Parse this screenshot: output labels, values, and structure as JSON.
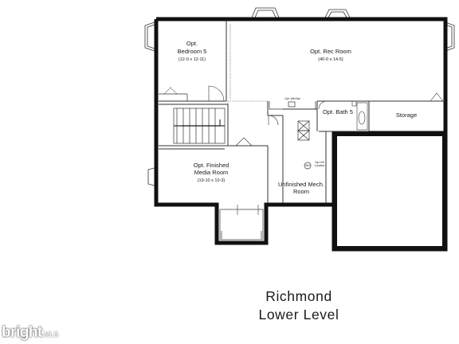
{
  "plan": {
    "title": "Richmond",
    "subtitle": "Lower Level",
    "rooms": {
      "bedroom5": {
        "name_line1": "Opt.",
        "name_line2": "Bedroom 5",
        "dims": "(12-0 x 12-11)"
      },
      "rec_room": {
        "name": "Opt. Rec Room",
        "dims": "(40-0 x 14-5)"
      },
      "bath5": {
        "name": "Opt. Bath 5"
      },
      "storage": {
        "name": "Storage"
      },
      "media_room": {
        "name_line1": "Opt. Finished",
        "name_line2": "Media Room",
        "dims": "(19-10 x 10-3)"
      },
      "mech_room": {
        "name_line1": "Unfinished Mech.",
        "name_line2": "Room"
      }
    },
    "annotations": {
      "wet_bar": "Opt. Wet Bar",
      "water_heater": "WH",
      "top_hvac_line1": "Top HVI",
      "top_hvac_line2": "Location"
    }
  },
  "watermark": {
    "brand": "bright",
    "suffix": "MLS"
  },
  "colors": {
    "wall": "#111111",
    "line": "#333333",
    "text": "#1a1a1a"
  }
}
